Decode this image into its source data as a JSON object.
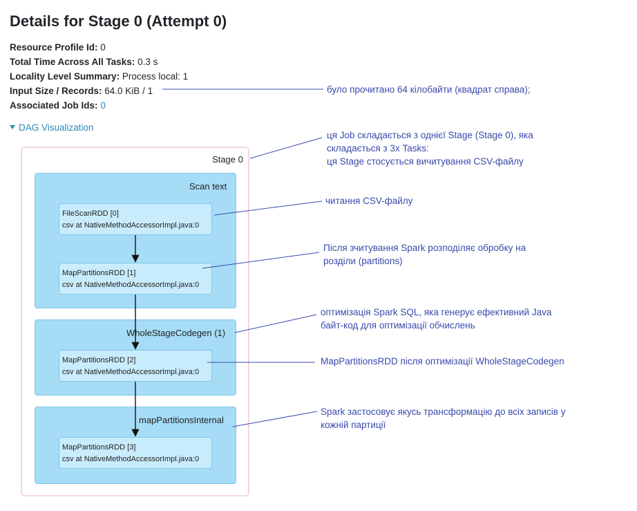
{
  "page": {
    "title": "Details for Stage 0 (Attempt 0)"
  },
  "summary": {
    "resource_profile_label": "Resource Profile Id:",
    "resource_profile_value": " 0",
    "total_time_label": "Total Time Across All Tasks:",
    "total_time_value": " 0.3 s",
    "locality_label": "Locality Level Summary:",
    "locality_value": " Process local: 1",
    "input_size_label": "Input Size / Records:",
    "input_size_value": " 64.0 KiB / 1",
    "job_ids_label": "Associated Job Ids:",
    "job_ids_value": "0"
  },
  "dag": {
    "toggle_label": "DAG Visualization",
    "stage_label": "Stage 0",
    "clusters": [
      {
        "label": "Scan text"
      },
      {
        "label": "WholeStageCodegen (1)"
      },
      {
        "label": "mapPartitionsInternal"
      }
    ],
    "nodes": [
      {
        "name": "FileScanRDD [0]",
        "callsite": "csv at NativeMethodAccessorImpl.java:0"
      },
      {
        "name": "MapPartitionsRDD [1]",
        "callsite": "csv at NativeMethodAccessorImpl.java:0"
      },
      {
        "name": "MapPartitionsRDD [2]",
        "callsite": "csv at NativeMethodAccessorImpl.java:0"
      },
      {
        "name": "MapPartitionsRDD [3]",
        "callsite": "csv at NativeMethodAccessorImpl.java:0"
      }
    ]
  },
  "annotations": {
    "input_note": "було прочитано 64 кілобайти (квадрат справа);",
    "stage_note_line1": "ця Job складається з однієї Stage (Stage 0), яка",
    "stage_note_line2": "складається з 3х Tasks:",
    "stage_note_line3": "ця Stage стосується вичитування CSV-файлу",
    "filescan_note": "читання CSV-файлу",
    "partitions_note_line1": "Після зчитування Spark розподіляє обробку на",
    "partitions_note_line2": "розділи (partitions)",
    "codegen_note_line1": "оптимізація Spark SQL, яка генерує ефективний Java",
    "codegen_note_line2": "байт-код для оптимізації обчислень",
    "rdd2_note": "MapPartitionsRDD після оптимізації WholeStageCodegen",
    "mappart_note_line1": "Spark застосовує якусь трансформацію до всіх записів у",
    "mappart_note_line2": "кожній партиції"
  },
  "colors": {
    "link": "#2a8ab8",
    "annotation": "#3949ab",
    "cluster_fill": "#a6dcf6",
    "node_fill": "#c9ecfc",
    "stage_border": "#f3d6df"
  }
}
